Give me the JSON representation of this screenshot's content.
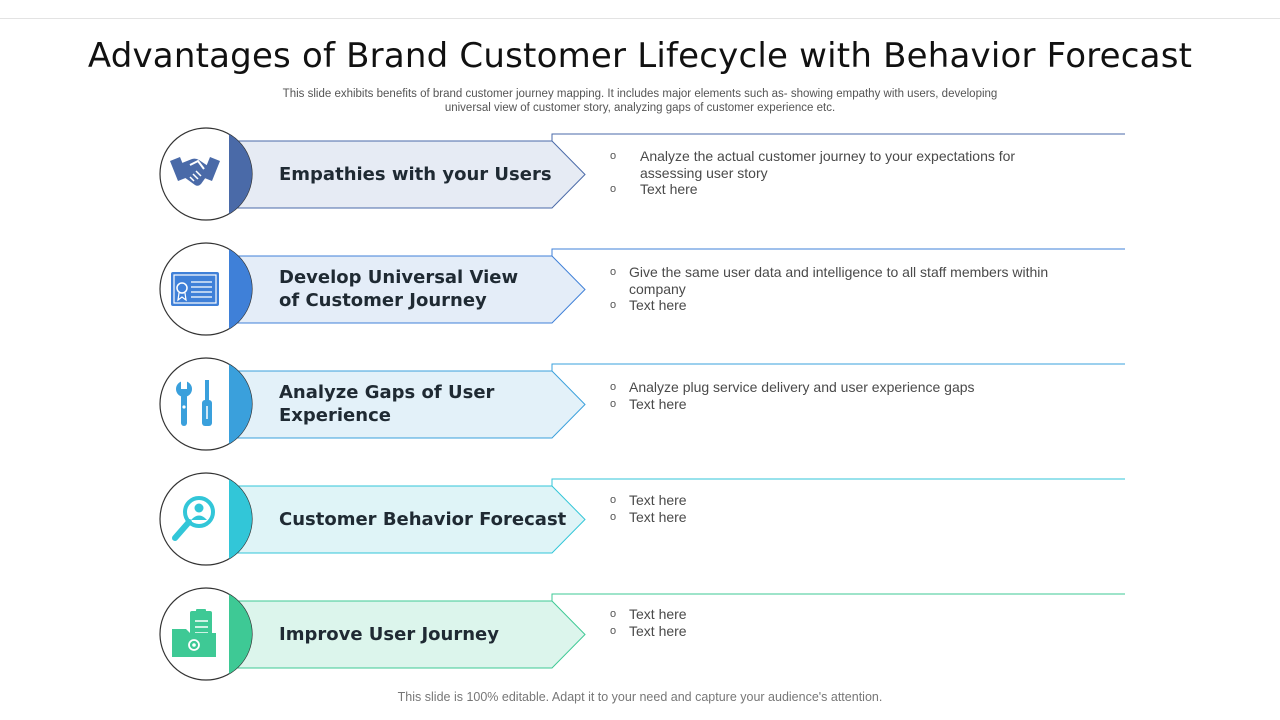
{
  "title": "Advantages of Brand Customer Lifecycle with Behavior Forecast",
  "subtitle_line1": "This slide exhibits benefits of brand customer journey mapping. It includes major elements such as- showing empathy with users, developing",
  "subtitle_line2": "universal view of customer story, analyzing gaps of customer experience etc.",
  "footer": "This slide is 100% editable. Adapt it to your need and capture your audience's attention.",
  "bullet_marker": "o",
  "rows": [
    {
      "title_lines": [
        "Empathies with your Users"
      ],
      "icon": "handshake-icon",
      "accent": "#4a6aa8",
      "fill": "#e6ebf4",
      "bullets": [
        "Analyze the actual customer journey  to your expectations for assessing user story",
        "Text here"
      ]
    },
    {
      "title_lines": [
        "Develop Universal View",
        "of Customer Journey"
      ],
      "icon": "certificate-icon",
      "accent": "#3f80d8",
      "fill": "#e4edf8",
      "bullets": [
        "Give the same user data and intelligence to all staff members within company",
        "Text here"
      ]
    },
    {
      "title_lines": [
        "Analyze Gaps of User",
        "Experience"
      ],
      "icon": "tools-icon",
      "accent": "#3aa0dc",
      "fill": "#e3f1f9",
      "bullets": [
        "Analyze plug service delivery and user experience gaps",
        "Text here"
      ]
    },
    {
      "title_lines": [
        "Customer Behavior Forecast"
      ],
      "icon": "user-search-icon",
      "accent": "#32c6d8",
      "fill": "#dff4f7",
      "bullets": [
        "Text here",
        "Text here"
      ]
    },
    {
      "title_lines": [
        "Improve User Journey"
      ],
      "icon": "clipboard-folder-icon",
      "accent": "#3ec995",
      "fill": "#dcf5ec",
      "bullets": [
        "Text here",
        "Text here"
      ]
    }
  ]
}
